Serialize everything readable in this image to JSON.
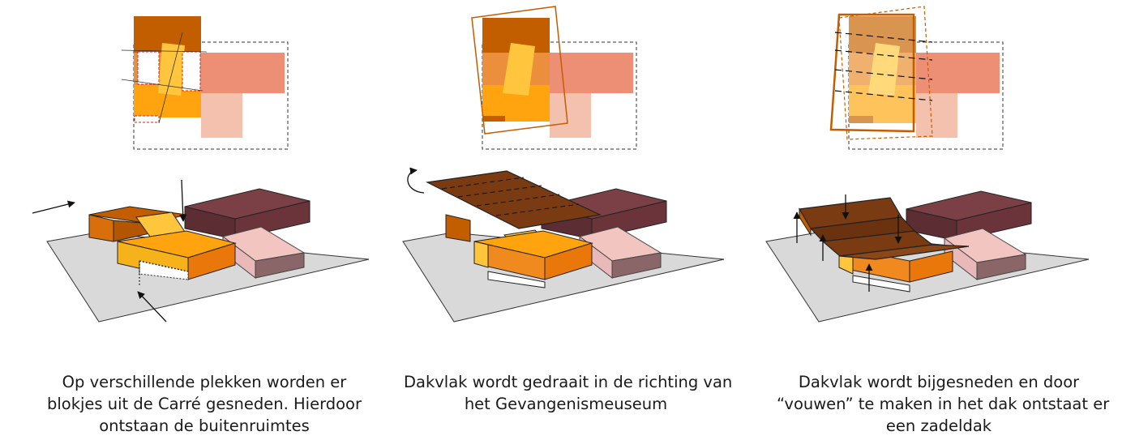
{
  "colors": {
    "carre_dark": "#c25e00",
    "carre_mid": "#f08a1e",
    "carre_light": "#ffa30f",
    "carre_cut": "#ffc53d",
    "roof": "#7a3b12",
    "museum_top": "#7b4045",
    "museum_side": "#5c2e33",
    "salmon": "#ec8f74",
    "pale_salmon": "#f4c1ae",
    "ground": "#d9d9d9",
    "cut_outline": "#e02020"
  },
  "panels": [
    {
      "caption": [
        "Op verschillende plekken worden er",
        "blokjes uit de Carré gesneden. Hierdoor",
        "ontstaan de buitenruimtes"
      ]
    },
    {
      "caption": [
        "Dakvlak wordt gedraait in de richting van",
        "het Gevangenismeuseum"
      ]
    },
    {
      "caption": [
        "Dakvlak wordt bijgesneden en door",
        "“vouwen” te maken in het dak ontstaat er",
        "een zadeldak"
      ]
    }
  ]
}
